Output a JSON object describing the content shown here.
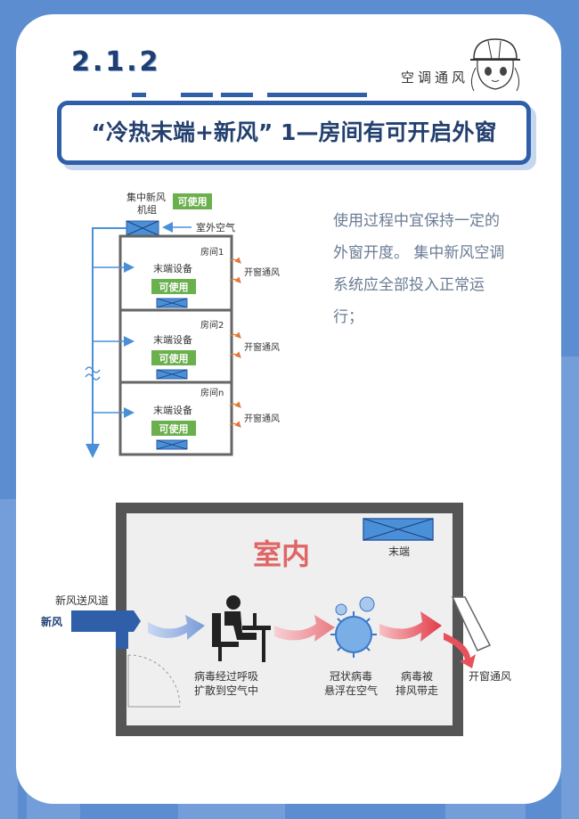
{
  "header": {
    "section_number": "2.1.2",
    "tag": "空调通风",
    "title": "“冷热末端+新风” 1—房间有可开启外窗"
  },
  "description": "使用过程中宜保持一定的外窗开度。 集中新风空调系统应全部投入正常运行；",
  "top_diagram": {
    "unit_label_line1": "集中新风",
    "unit_label_line2": "机组",
    "usable_badge": "可使用",
    "outdoor_air": "室外空气",
    "rooms": [
      {
        "name": "房间1",
        "device": "末端设备",
        "badge": "可使用",
        "window": "开窗通风"
      },
      {
        "name": "房间2",
        "device": "末端设备",
        "badge": "可使用",
        "window": "开窗通风"
      },
      {
        "name": "房间n",
        "device": "末端设备",
        "badge": "可使用",
        "window": "开窗通风"
      }
    ],
    "colors": {
      "pipe": "#4a90d9",
      "badge": "#6ab04c",
      "wall": "#666666",
      "arrow": "#e07a3a"
    }
  },
  "bottom_diagram": {
    "room_label": "室内",
    "terminal_label": "末端",
    "duct_label": "新风送风道",
    "fresh_air": "新风",
    "step1_line1": "病毒经过呼吸",
    "step1_line2": "扩散到空气中",
    "step2_line1": "冠状病毒",
    "step2_line2": "悬浮在空气",
    "step3_line1": "病毒被",
    "step3_line2": "排风带走",
    "window_label": "开窗通风",
    "colors": {
      "room_label": "#e06666",
      "duct": "#2e5fa8",
      "arrow_blue": "#8aa8dd",
      "arrow_red": "#e8505b"
    }
  }
}
